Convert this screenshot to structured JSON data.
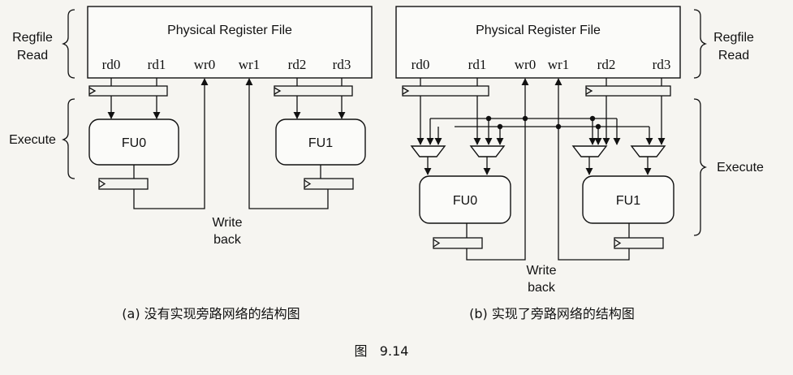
{
  "left": {
    "title": "Physical Register File",
    "ports": [
      "rd0",
      "rd1",
      "wr0",
      "wr1",
      "rd2",
      "rd3"
    ],
    "stage_read": [
      "Regfile",
      "Read"
    ],
    "stage_execute": "Execute",
    "fu0": "FU0",
    "fu1": "FU1",
    "writeback": [
      "Write",
      "back"
    ],
    "caption": "(a) 没有实现旁路网络的结构图"
  },
  "right": {
    "title": "Physical Register File",
    "ports": [
      "rd0",
      "rd1",
      "wr0",
      "wr1",
      "rd2",
      "rd3"
    ],
    "stage_read": [
      "Regfile",
      "Read"
    ],
    "stage_execute": "Execute",
    "fu0": "FU0",
    "fu1": "FU1",
    "writeback": [
      "Write",
      "back"
    ],
    "caption": "(b) 实现了旁路网络的结构图"
  },
  "figure_label": "图   9.14"
}
